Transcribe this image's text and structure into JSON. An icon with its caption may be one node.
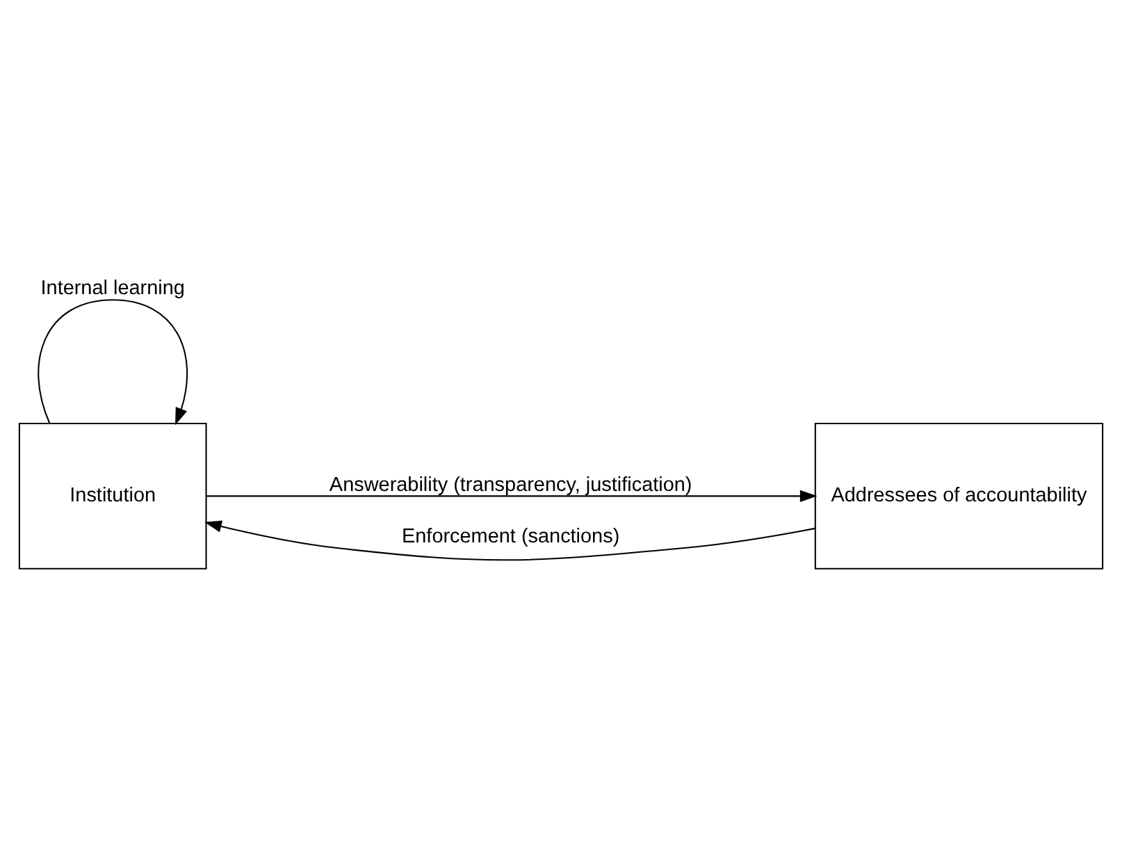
{
  "diagram": {
    "nodes": [
      {
        "text": [
          "Institution"
        ]
      },
      {
        "text": [
          "Addressees of accountability"
        ]
      }
    ],
    "edges": [
      {
        "from": 0,
        "to": 1,
        "arrow": "to",
        "label": "Answerability (transparency, justification)"
      },
      {
        "from": 1,
        "to": 0,
        "arrow": "to",
        "label": "Enforcement (sanctions)"
      },
      {
        "from": 0,
        "to": 0,
        "arrow": "to",
        "label": "Internal learning"
      }
    ]
  }
}
